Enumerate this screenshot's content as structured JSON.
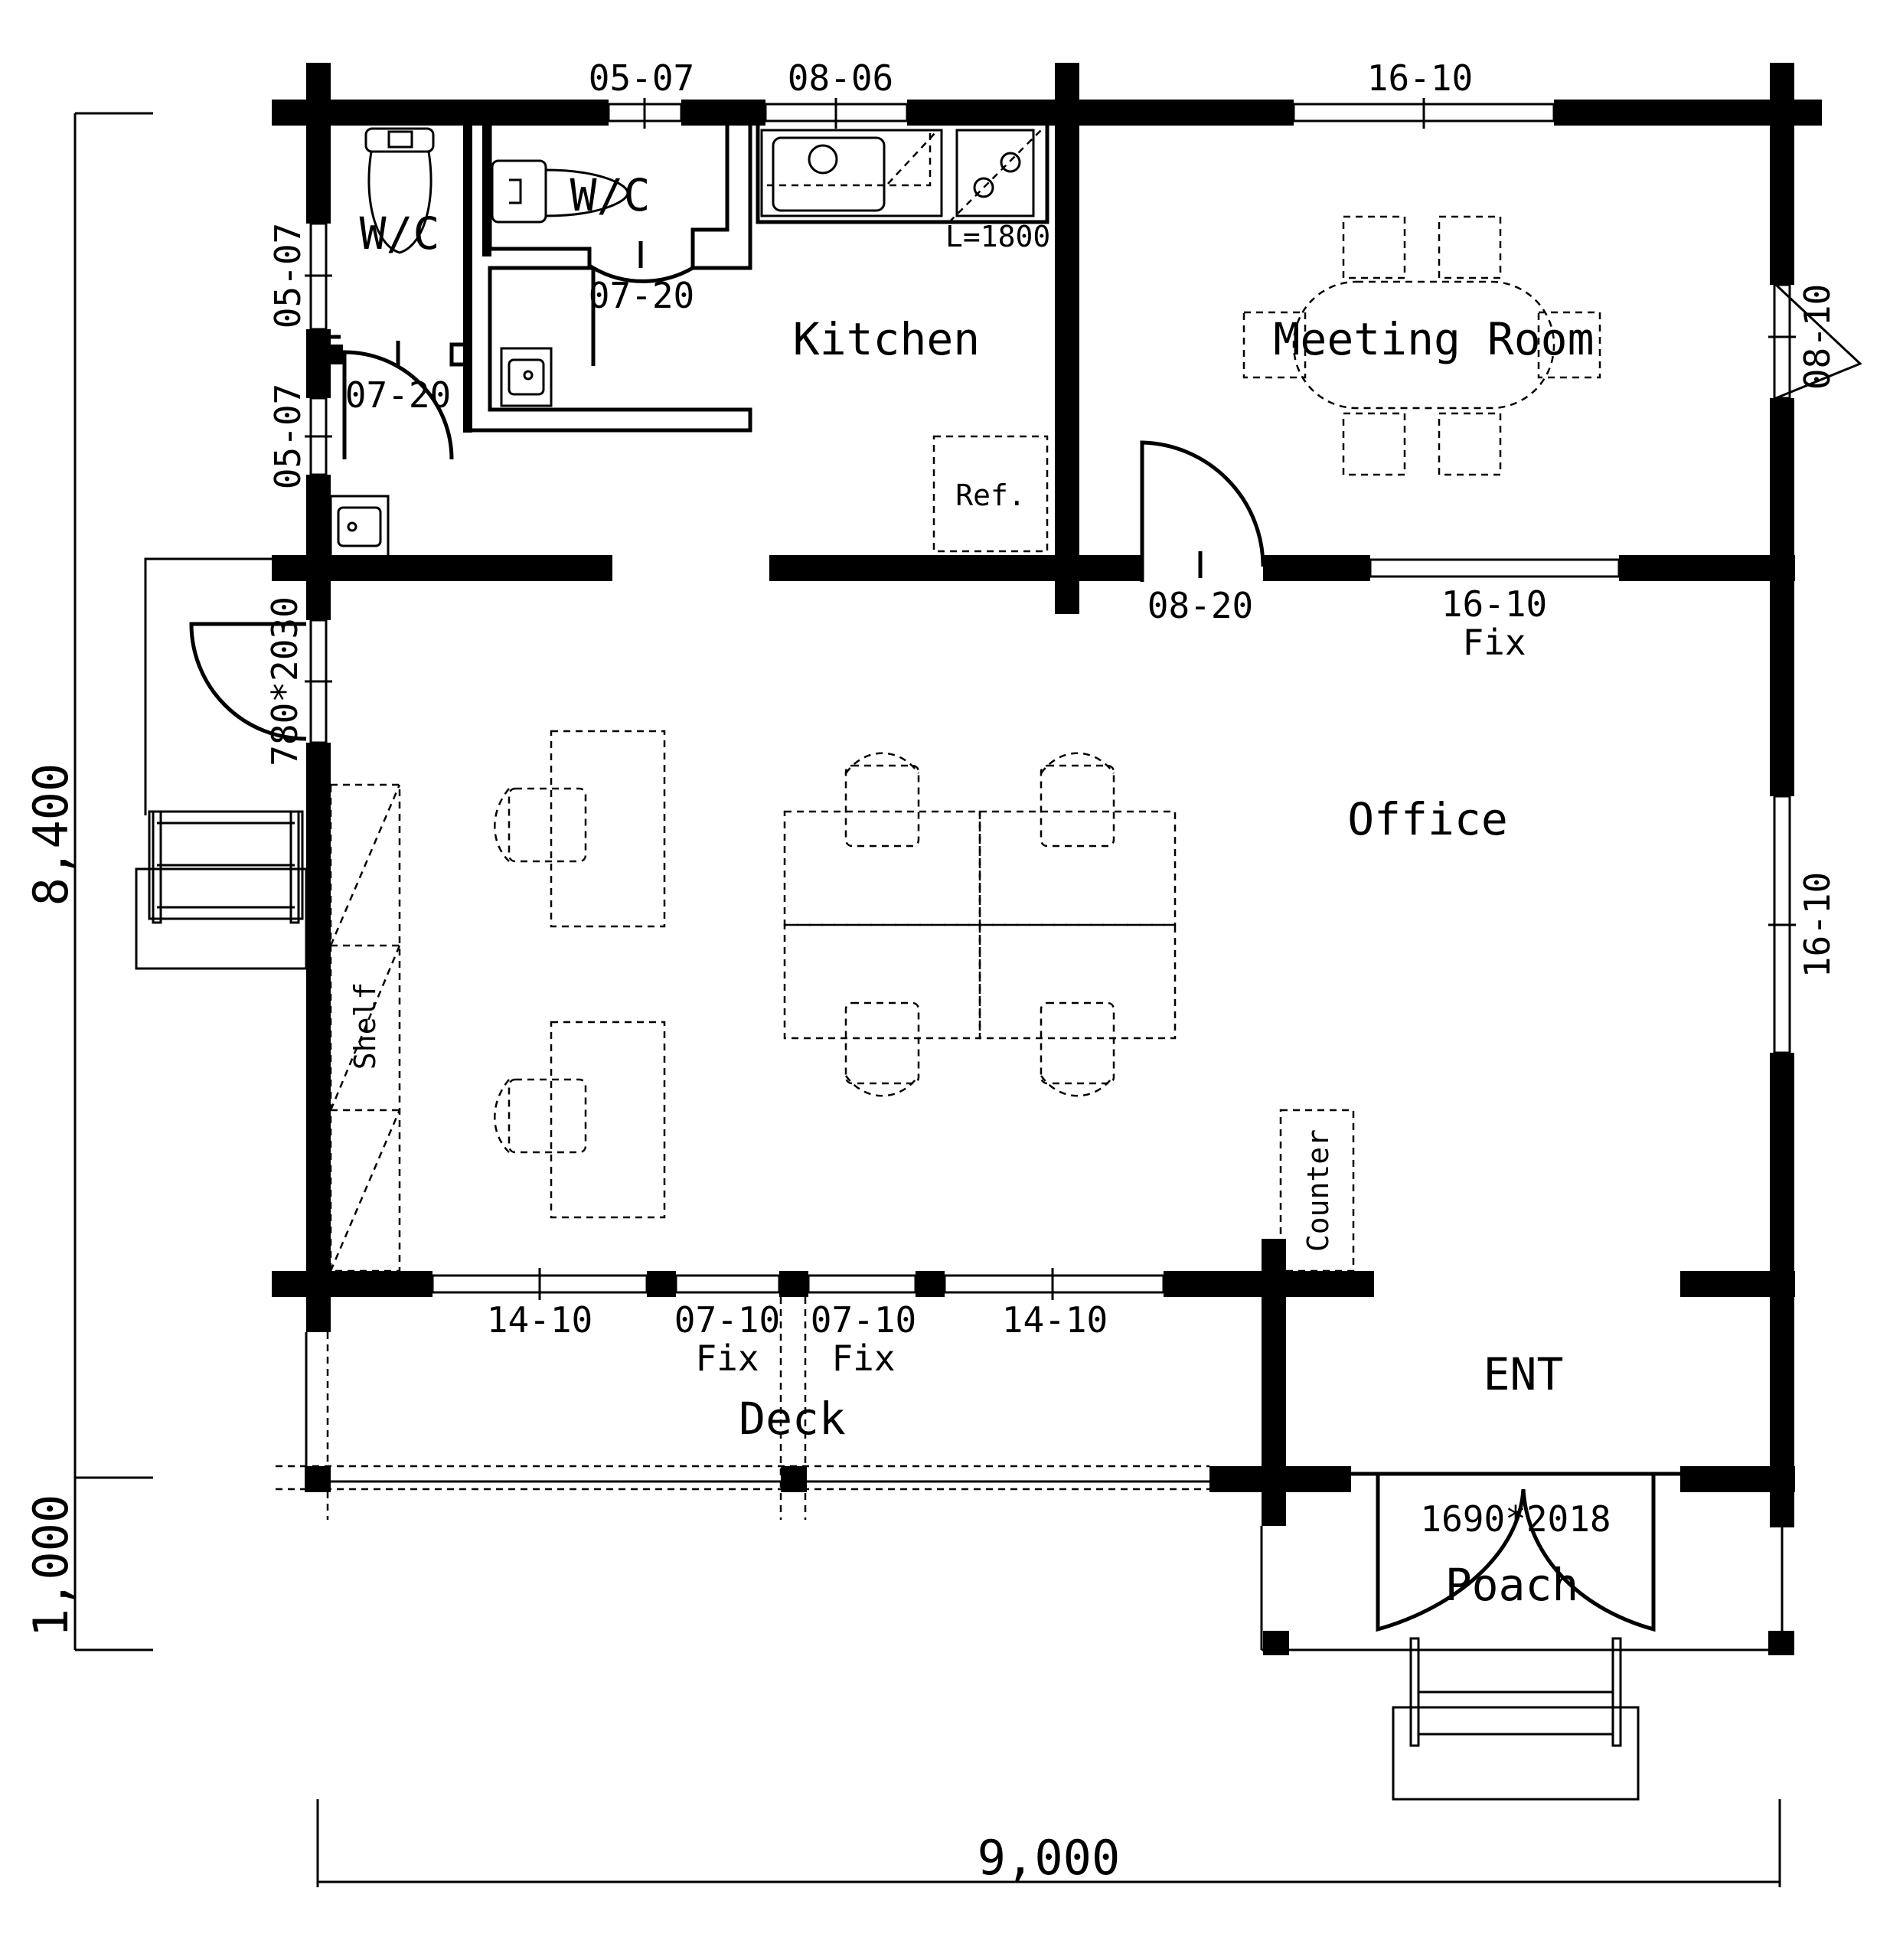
{
  "rooms": {
    "kitchen": "Kitchen",
    "meeting_room": "Meeting Room",
    "office": "Office",
    "ent": "ENT",
    "deck": "Deck",
    "poach": "Poach",
    "wc_1": "W/C",
    "wc_2": "W/C"
  },
  "fixtures": {
    "ref": "Ref.",
    "counter": "Counter",
    "shelf": "Shelf",
    "kitchen_length": "L=1800"
  },
  "openings": {
    "top_window_1": "05-07",
    "top_window_2": "08-06",
    "top_window_3": "16-10",
    "left_window_upper": "05-07",
    "left_window_lower": "05-07",
    "wc_door_1": "07-20",
    "wc_door_2": "07-20",
    "meeting_door": "08-20",
    "meeting_fix_window": "16-10",
    "meeting_fix_window_note": "Fix",
    "right_window_meeting": "08-10",
    "right_window_office": "16-10",
    "side_door": "780*2030",
    "bottom_window_1": "14-10",
    "bottom_window_2": "07-10",
    "bottom_window_2_note": "Fix",
    "bottom_window_3": "07-10",
    "bottom_window_3_note": "Fix",
    "bottom_window_4": "14-10",
    "entrance_door": "1690*2018"
  },
  "dimensions": {
    "height_main": "8,400",
    "height_porch": "1,000",
    "width_total": "9,000"
  }
}
